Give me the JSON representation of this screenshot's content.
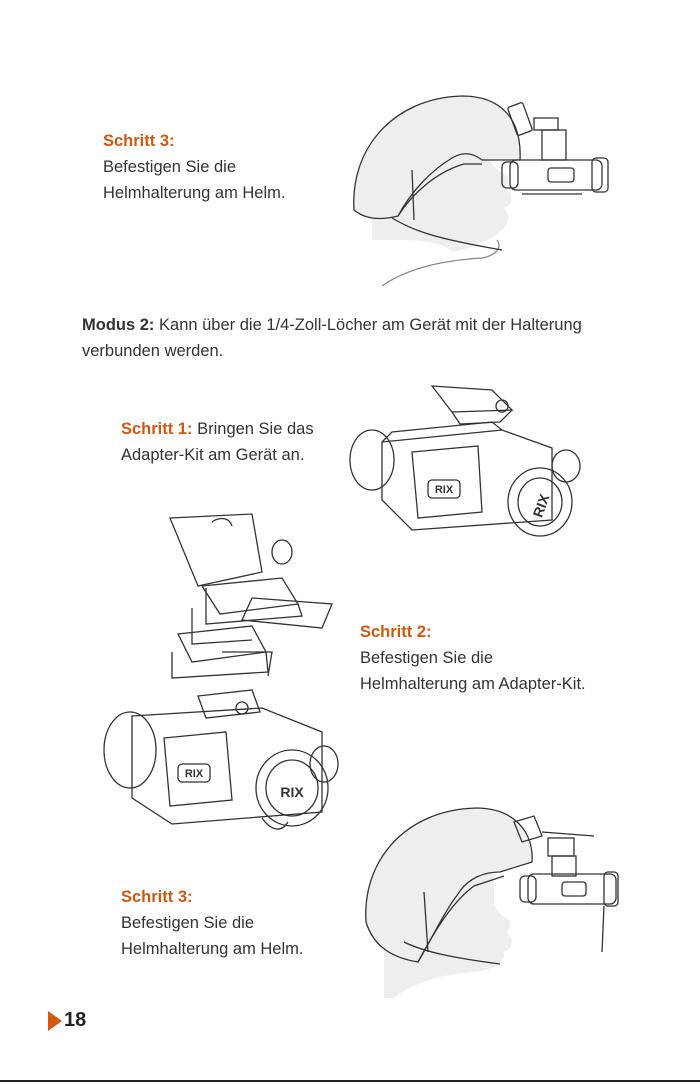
{
  "step3_top": {
    "heading": "Schritt 3:",
    "line1": "Befestigen Sie die",
    "line2": "Helmhalterung am Helm."
  },
  "mode2": {
    "heading": "Modus 2:",
    "text": " Kann über die 1/4-Zoll-Löcher am Gerät mit der Halterung verbunden werden."
  },
  "step1": {
    "heading": "Schritt 1:",
    "line1_rest": " Bringen Sie das",
    "line2": "Adapter-Kit am Gerät an."
  },
  "step2": {
    "heading": "Schritt 2:",
    "line1": "Befestigen Sie die",
    "line2": "Helmhalterung am Adapter-Kit."
  },
  "step3_bottom": {
    "heading": "Schritt 3:",
    "line1": "Befestigen Sie die",
    "line2": "Helmhalterung am Helm."
  },
  "device_logo": "RIX",
  "page_number": "18",
  "colors": {
    "accent": "#d2580e",
    "text": "#333333",
    "line_art": "#333333",
    "helmet_fill": "#eeeeee"
  }
}
